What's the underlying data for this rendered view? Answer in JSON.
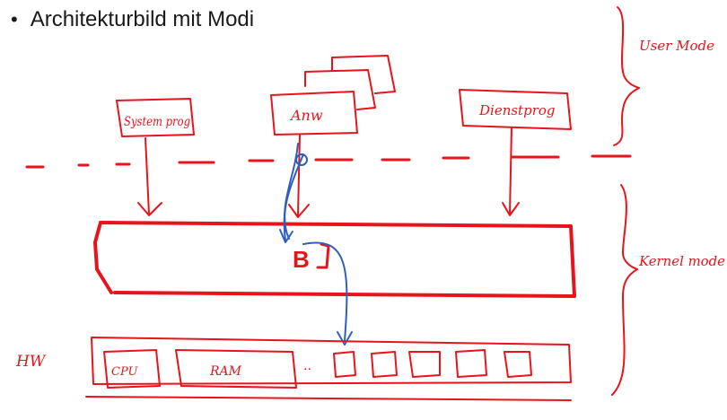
{
  "heading": {
    "bullet": "•",
    "text": "Architekturbild mit Modi"
  },
  "handwriting": {
    "user_mode": "User Mode",
    "kernel_mode": "Kernel mode",
    "hardware": "HW",
    "system_programs": "System prog",
    "applications": "Anw",
    "services": "Dienstprog",
    "kernel_entry": "B",
    "cpu": "CPU",
    "ram": "RAM",
    "ellipsis": ".."
  },
  "colors": {
    "red_ink": "#e8141b",
    "blue_ink": "#2d5fc0",
    "text": "#1a1a1a"
  }
}
